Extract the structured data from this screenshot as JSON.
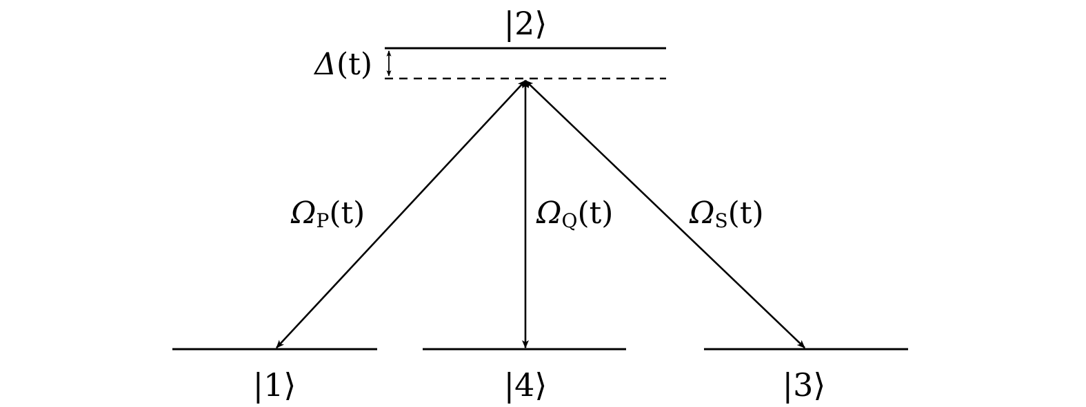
{
  "levels": {
    "excited": {
      "label": "|2⟩"
    },
    "ground_1": {
      "label": "|1⟩"
    },
    "ground_4": {
      "label": "|4⟩"
    },
    "ground_3": {
      "label": "|3⟩"
    }
  },
  "detuning": {
    "symbol": "Δ",
    "arg": "(t)"
  },
  "couplings": {
    "pump": {
      "symbol": "Ω",
      "sub": "P",
      "arg": "(t)"
    },
    "q": {
      "symbol": "Ω",
      "sub": "Q",
      "arg": "(t)"
    },
    "stokes": {
      "symbol": "Ω",
      "sub": "S",
      "arg": "(t)"
    }
  }
}
